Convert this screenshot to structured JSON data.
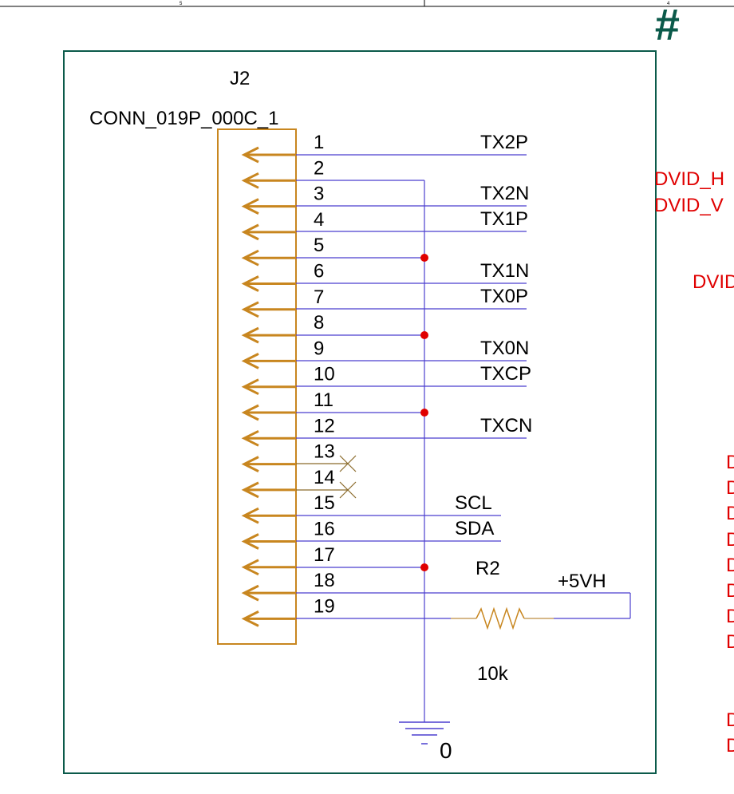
{
  "header": {
    "ruler_left": "5",
    "ruler_right": "4",
    "corner_symbol": "#"
  },
  "connector": {
    "ref": "J2",
    "part": "CONN_019P_000C_1",
    "pins": [
      "1",
      "2",
      "3",
      "4",
      "5",
      "6",
      "7",
      "8",
      "9",
      "10",
      "11",
      "12",
      "13",
      "14",
      "15",
      "16",
      "17",
      "18",
      "19"
    ]
  },
  "nets": {
    "tx2p": "TX2P",
    "tx2n": "TX2N",
    "tx1p": "TX1P",
    "tx1n": "TX1N",
    "tx0p": "TX0P",
    "tx0n": "TX0N",
    "txcp": "TXCP",
    "txcn": "TXCN",
    "scl": "SCL",
    "sda": "SDA",
    "vcc": "+5VH",
    "ground": "0"
  },
  "resistor": {
    "ref": "R2",
    "value": "10k"
  },
  "offpage": {
    "dvid_h": "DVID_H",
    "dvid_v": "DVID_V",
    "dvid3": "DVID",
    "d_labels": [
      "D",
      "D",
      "D",
      "D",
      "D",
      "D",
      "D",
      "D",
      "D",
      "D"
    ]
  },
  "colors": {
    "wire": "#4b3fcf",
    "connector": "#c8861f",
    "junction": "#e00000",
    "frame": "#0b5a4a",
    "offpage_text": "#e00000"
  }
}
